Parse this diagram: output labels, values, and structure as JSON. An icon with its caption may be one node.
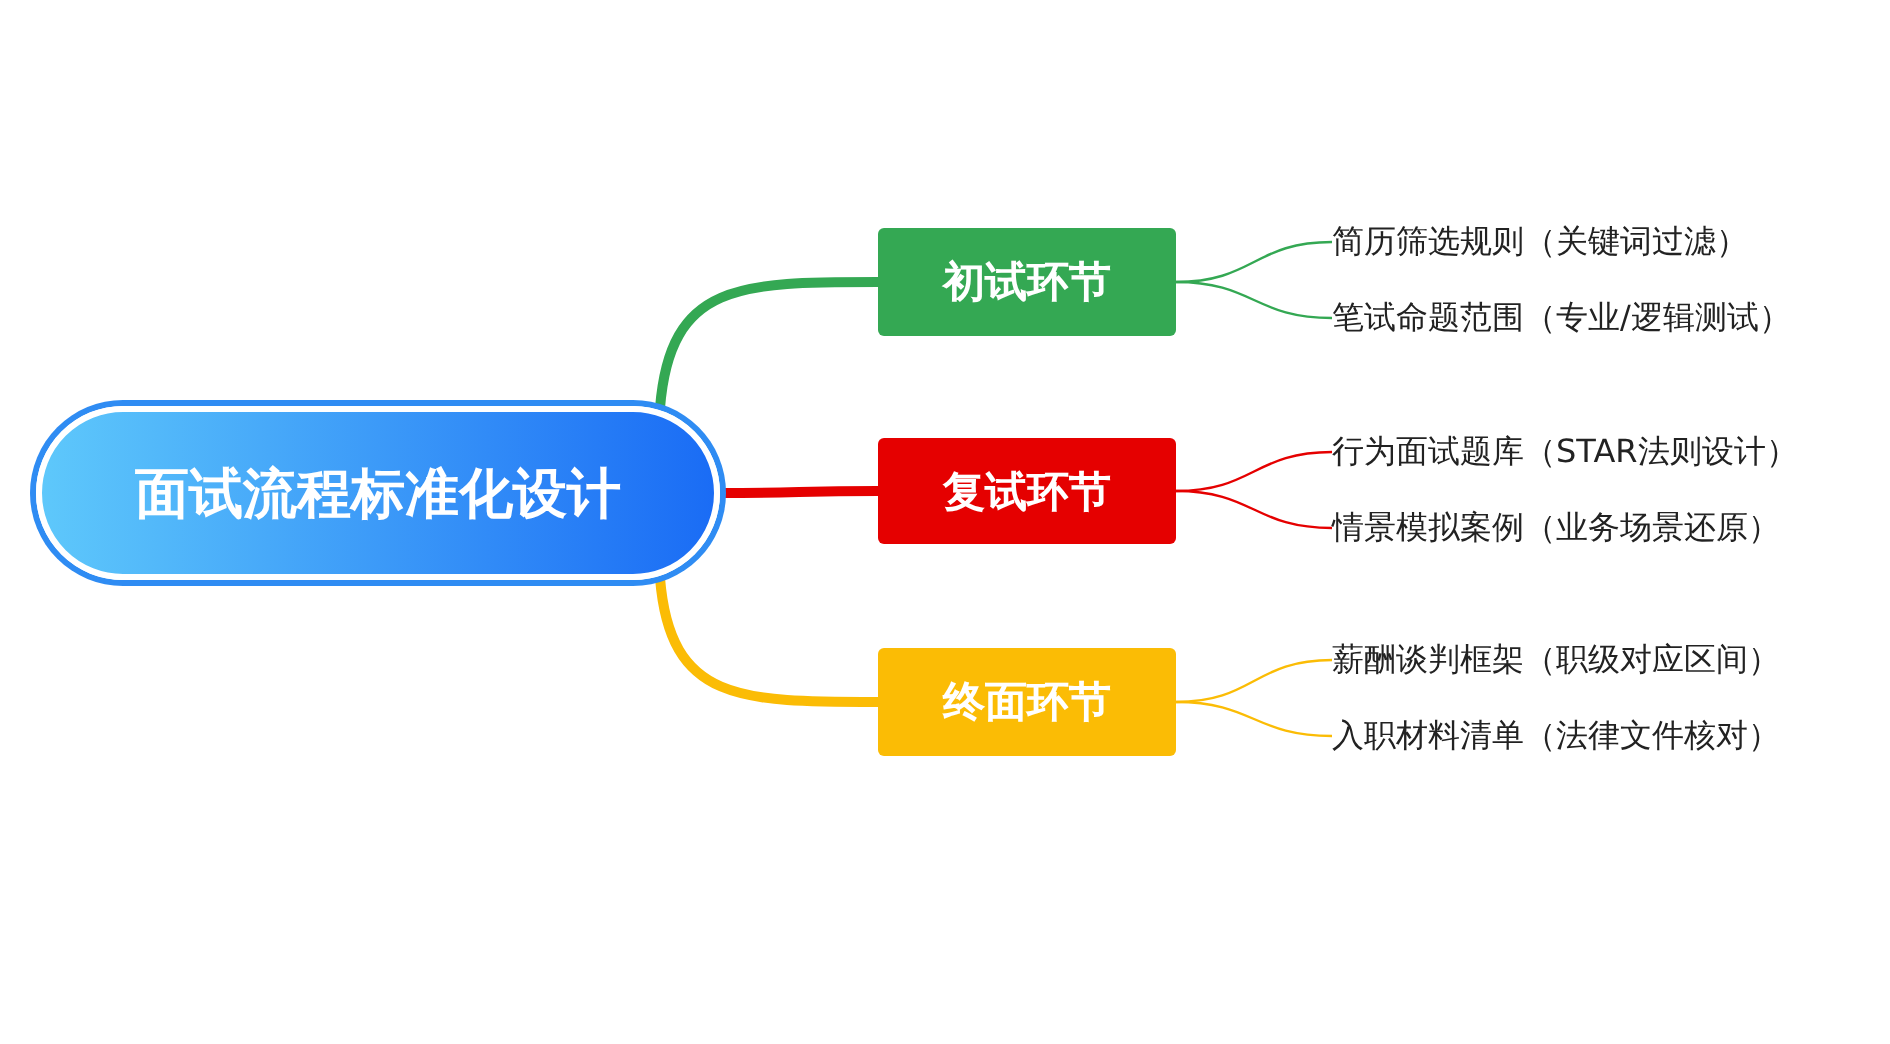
{
  "diagram": {
    "nodes": [
      {
        "text": [
          "面试流程标准化设计"
        ]
      },
      {
        "text": [
          "初试环节"
        ]
      },
      {
        "text": [
          "复试环节"
        ]
      },
      {
        "text": [
          "终面环节"
        ]
      },
      {
        "text": [
          "简历筛选规则（关键词过滤）"
        ]
      },
      {
        "text": [
          "笔试命题范围（专业/逻辑测试）"
        ]
      },
      {
        "text": [
          "行为面试题库（STAR法则设计）"
        ]
      },
      {
        "text": [
          "情景模拟案例（业务场景还原）"
        ]
      },
      {
        "text": [
          "薪酬谈判框架（职级对应区间）"
        ]
      },
      {
        "text": [
          "入职材料清单（法律文件核对）"
        ]
      }
    ],
    "edges": [
      {
        "from": 0,
        "to": 1,
        "arrow": "none",
        "style": "thick",
        "color": "#34a853"
      },
      {
        "from": 0,
        "to": 2,
        "arrow": "none",
        "style": "thick",
        "color": "#e50000"
      },
      {
        "from": 0,
        "to": 3,
        "arrow": "none",
        "style": "thick",
        "color": "#fbbc05"
      },
      {
        "from": 1,
        "to": 4,
        "arrow": "none",
        "color": "#34a853"
      },
      {
        "from": 1,
        "to": 5,
        "arrow": "none",
        "color": "#34a853"
      },
      {
        "from": 2,
        "to": 6,
        "arrow": "none",
        "color": "#e50000"
      },
      {
        "from": 2,
        "to": 7,
        "arrow": "none",
        "color": "#e50000"
      },
      {
        "from": 3,
        "to": 8,
        "arrow": "none",
        "color": "#fbbc05"
      },
      {
        "from": 3,
        "to": 9,
        "arrow": "none",
        "color": "#fbbc05"
      }
    ]
  }
}
